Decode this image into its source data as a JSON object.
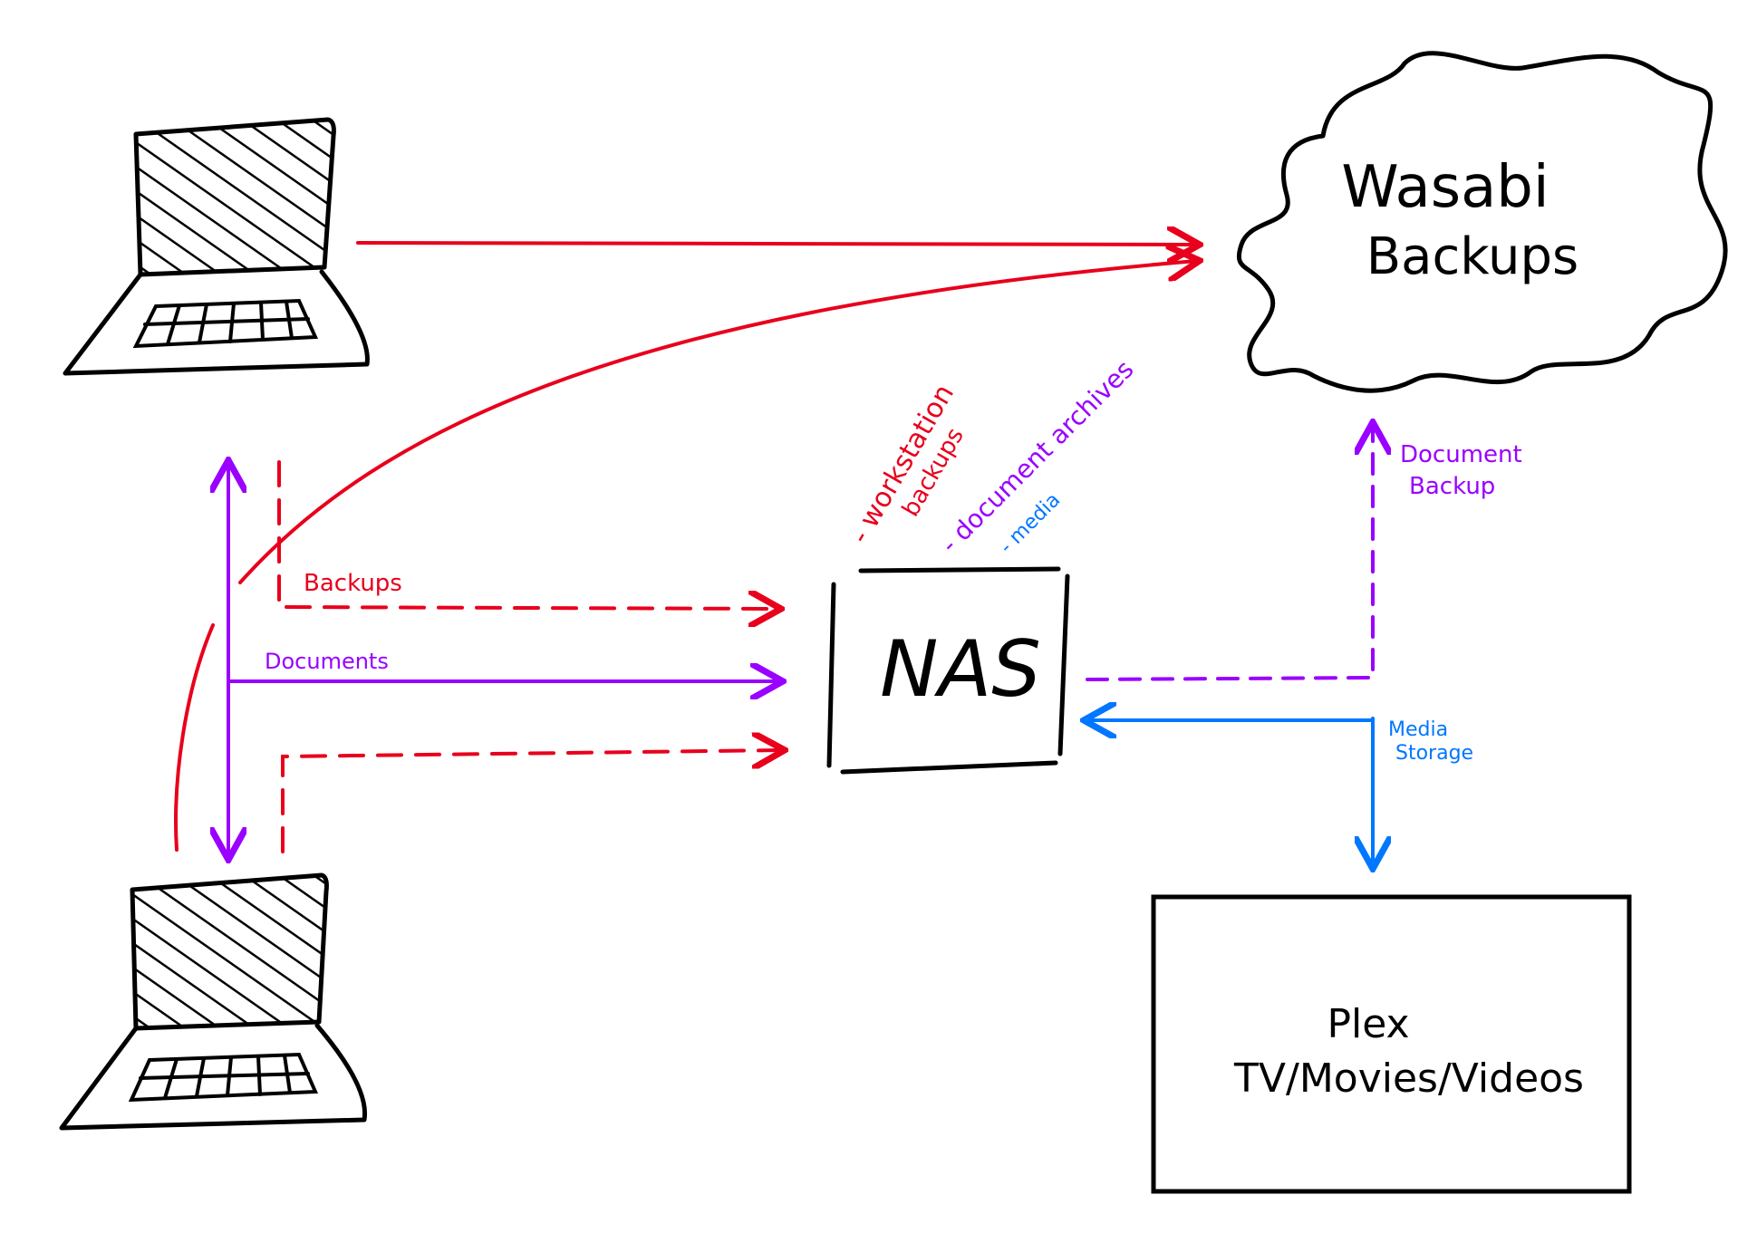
{
  "nodes": {
    "wasabi": {
      "line1": "Wasabi",
      "line2": "Backups"
    },
    "nas": {
      "label": "NAS"
    },
    "plex": {
      "line1": "Plex",
      "line2": "TV/Movies/Videos"
    },
    "laptop_top": {
      "label": ""
    },
    "laptop_bottom": {
      "label": ""
    }
  },
  "nas_contents": {
    "workstation_line1": "- workstation",
    "workstation_line2": "backups",
    "archives": "- document archives",
    "media": "- media"
  },
  "edges": {
    "backups": "Backups",
    "documents": "Documents",
    "document_backup_line1": "Document",
    "document_backup_line2": "Backup",
    "media_storage_line1": "Media",
    "media_storage_line2": "Storage"
  },
  "colors": {
    "red": "#e8001c",
    "purple": "#9a00ff",
    "blue": "#0077ff",
    "black": "#000000"
  }
}
